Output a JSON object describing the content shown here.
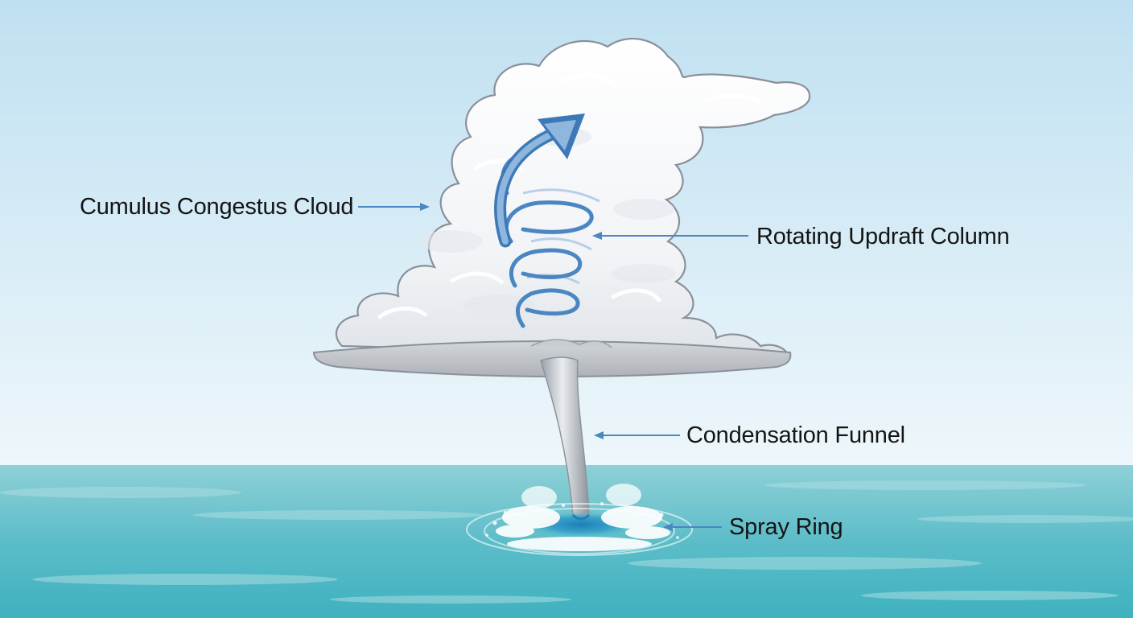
{
  "diagram": {
    "labels": {
      "cloud": "Cumulus Congestus Cloud",
      "updraft": "Rotating Updraft Column",
      "funnel": "Condensation Funnel",
      "spray": "Spray Ring"
    },
    "colors": {
      "sky_top": "#bfe0f1",
      "sky_bottom": "#eef7fb",
      "sea_top": "#8fd0d6",
      "sea_bottom": "#3fb1bf",
      "cloud": "#f7f8fa",
      "cloud_outline": "#8a9099",
      "arrow": "#4a86c2",
      "text": "#141414"
    }
  }
}
